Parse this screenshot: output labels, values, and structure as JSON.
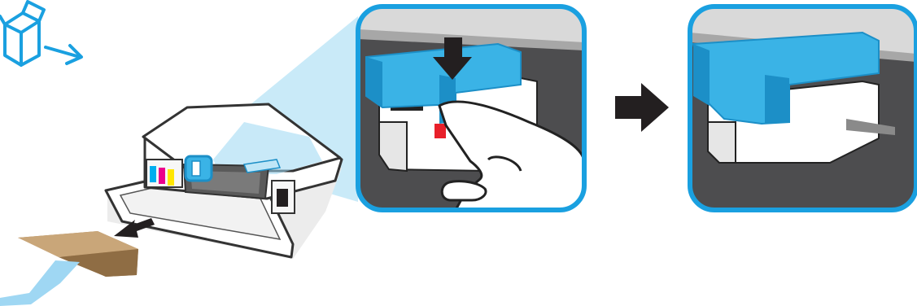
{
  "title": "",
  "colors": {
    "accent_blue": "#1aa0e0",
    "cap_blue": "#3ab3e6",
    "cap_blue_dark": "#1c8fc7",
    "beam_blue": "#bfe6f7",
    "panel_gray": "#4d4d4f",
    "panel_light": "#d9d9d9",
    "printer_outline": "#333333",
    "cardboard": "#b08a5c",
    "tape_blue": "#9fd7f3",
    "ink_cyan": "#00aeef",
    "ink_magenta": "#ec008c",
    "ink_yellow": "#ffe600",
    "ink_black": "#231f20",
    "red_tab": "#e8202a"
  },
  "steps": [
    {
      "id": "open-box",
      "icon": "open-box-arrow-icon"
    },
    {
      "id": "printer-overview",
      "icon": "printer-icon"
    },
    {
      "id": "press-down-latch",
      "icon": "finger-press-icon"
    },
    {
      "id": "then",
      "icon": "right-arrow-icon"
    },
    {
      "id": "latch-closed",
      "icon": "closed-latch-icon"
    }
  ]
}
